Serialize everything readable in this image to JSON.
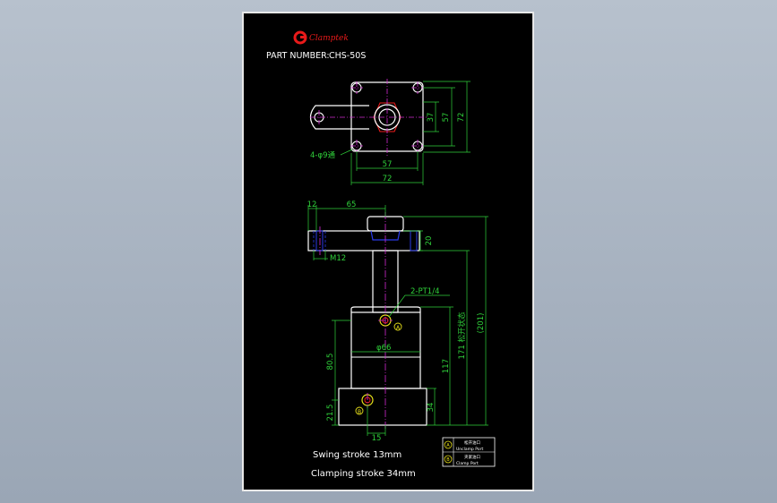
{
  "header": {
    "brand": "Clamptek",
    "part_number_label": "PART NUMBER:",
    "part_number_value": "CHS-50S"
  },
  "top_view": {
    "dims": {
      "vertical_57": "57",
      "vertical_37": "37",
      "vertical_72": "72",
      "horizontal_57": "57",
      "horizontal_72": "72",
      "holes": "4-φ9通"
    }
  },
  "side_view": {
    "dims": {
      "arm_12": "12",
      "arm_65": "65",
      "arm_20": "20",
      "thread": "M12",
      "port": "2-PT1/4",
      "body_dia": "φ66",
      "len_805": "80.5",
      "len_215": "21.5",
      "len_15": "15",
      "len_117": "117",
      "len_171": "171 松开状态",
      "len_201": "(201)",
      "len_34": "34"
    },
    "markers": {
      "a": "A",
      "b": "B"
    }
  },
  "notes": {
    "swing_stroke": "Swing stroke 13mm",
    "clamping_stroke": "Clamping stroke 34mm"
  },
  "legend": {
    "items": [
      {
        "symbol": "A",
        "title": "松开油口",
        "text": "Unclamp Port"
      },
      {
        "symbol": "B",
        "title": "夹紧油口",
        "text": "Clamp Port"
      }
    ]
  },
  "colors": {
    "outline": "#ffffff",
    "dimension": "#2fd13a",
    "centerline": "#d12ad1",
    "part_line": "#e81a1a",
    "yellow": "#e8e01a",
    "blue": "#2a3ae8",
    "background": "#000000",
    "desktop": "#a7b2c0"
  }
}
